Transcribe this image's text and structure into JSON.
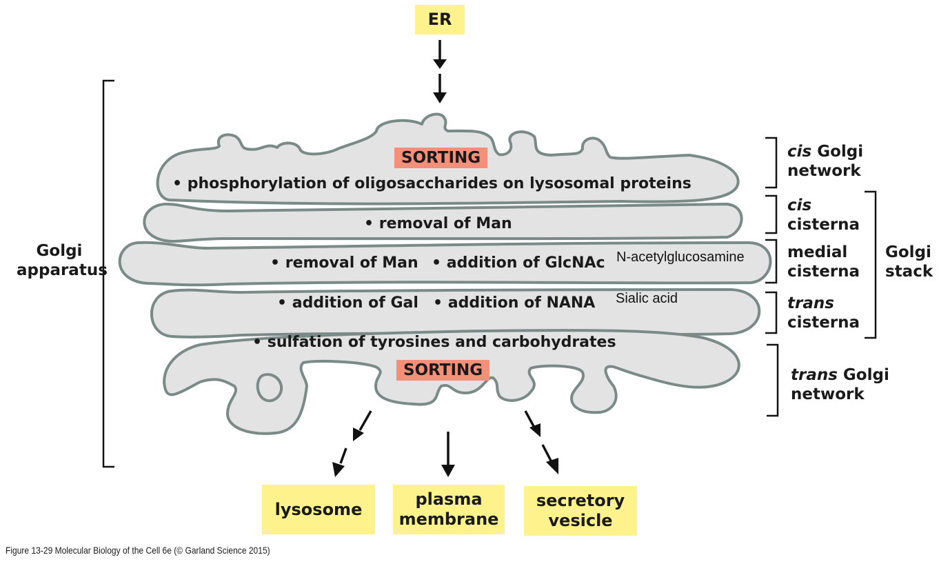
{
  "figure": {
    "caption": "Figure 13-29  Molecular Biology of the Cell 6e (© Garland Science 2015)"
  },
  "colors": {
    "compartment_fill": "#e3e3e3",
    "compartment_stroke": "#7a8a86",
    "destination_box": "#fdf28c",
    "sorting_box": "#f4907a"
  },
  "source": {
    "label": "ER"
  },
  "sorting_labels": {
    "top": "SORTING",
    "bottom": "SORTING"
  },
  "compartments": [
    {
      "id": "cis-golgi-network",
      "process": "• phosphorylation of oligosaccharides on lysosomal proteins"
    },
    {
      "id": "cis-cisterna",
      "process": "• removal of Man"
    },
    {
      "id": "medial-cisterna",
      "process_1": "• removal of Man",
      "process_2": "• addition of GlcNAc",
      "note": "N-acetylglucosamine"
    },
    {
      "id": "trans-cisterna",
      "process_1": "• addition of Gal",
      "process_2": "• addition of NANA",
      "note": "Sialic acid"
    },
    {
      "id": "trans-golgi-network",
      "process": "• sulfation of tyrosines and carbohydrates"
    }
  ],
  "right_labels": {
    "cis_golgi_network": {
      "italic": "cis",
      "rest": " Golgi",
      "line2": "network"
    },
    "cis_cisterna": {
      "italic": "cis",
      "line2": "cisterna"
    },
    "medial_cisterna": {
      "line1": "medial",
      "line2": "cisterna"
    },
    "trans_cisterna": {
      "italic": "trans",
      "line2": "cisterna"
    },
    "trans_golgi_network": {
      "italic": "trans",
      "rest": " Golgi",
      "line2": "network"
    },
    "golgi_stack": {
      "line1": "Golgi",
      "line2": "stack"
    }
  },
  "left_label": {
    "line1": "Golgi",
    "line2": "apparatus"
  },
  "destinations": [
    {
      "line1": "lysosome",
      "line2": ""
    },
    {
      "line1": "plasma",
      "line2": "membrane"
    },
    {
      "line1": "secretory",
      "line2": "vesicle"
    }
  ]
}
